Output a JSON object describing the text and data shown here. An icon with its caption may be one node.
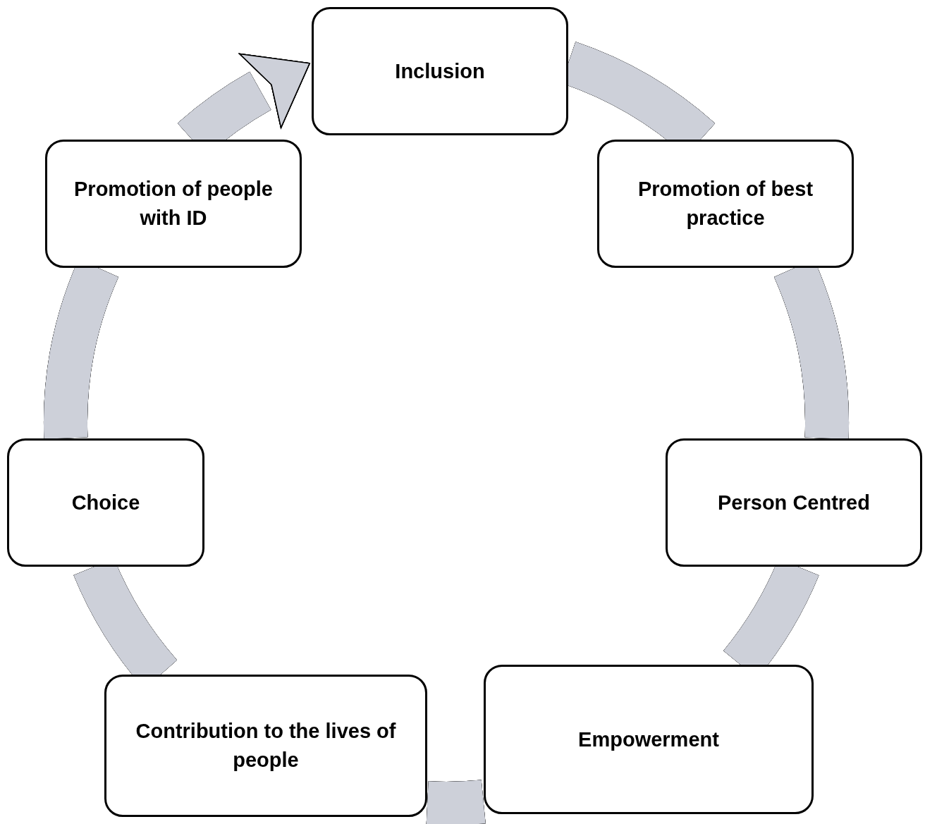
{
  "diagram": {
    "nodes": [
      {
        "text": [
          "Inclusion"
        ]
      },
      {
        "text": [
          "Promotion of best practice"
        ]
      },
      {
        "text": [
          "Person Centred"
        ]
      },
      {
        "text": [
          "Empowerment"
        ]
      },
      {
        "text": [
          "Contribution to the lives of people"
        ]
      },
      {
        "text": [
          "Choice"
        ]
      },
      {
        "text": [
          "Promotion of people with ID"
        ]
      }
    ],
    "edges": [
      {
        "from": 0,
        "to": 1,
        "arrow": "none"
      },
      {
        "from": 1,
        "to": 2,
        "arrow": "none"
      },
      {
        "from": 2,
        "to": 3,
        "arrow": "none"
      },
      {
        "from": 3,
        "to": 4,
        "arrow": "none"
      },
      {
        "from": 4,
        "to": 5,
        "arrow": "none"
      },
      {
        "from": 5,
        "to": 6,
        "arrow": "none"
      },
      {
        "from": 6,
        "to": 0,
        "arrow": "to"
      }
    ]
  }
}
